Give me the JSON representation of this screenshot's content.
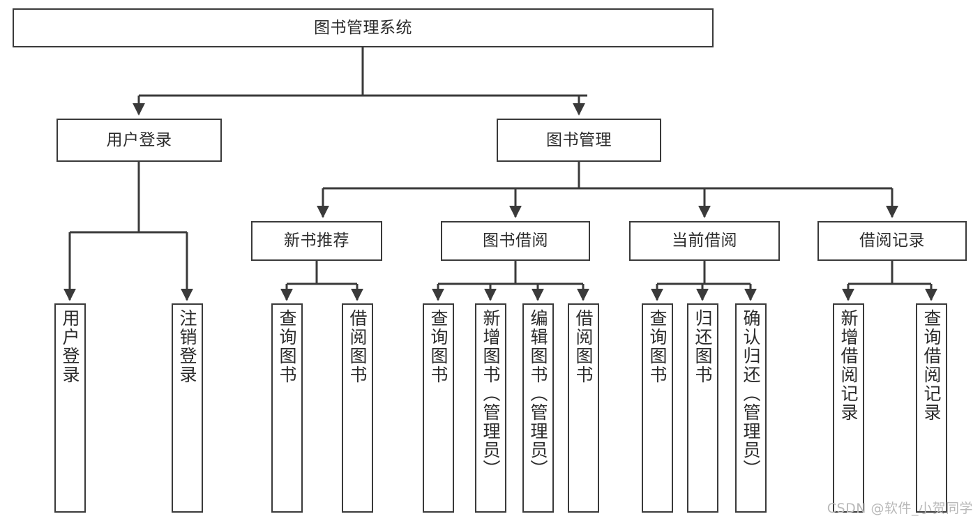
{
  "diagram": {
    "title": "图书管理系统",
    "type": "hierarchy-tree",
    "watermark": "CSDN @软件_小贺同学",
    "colors": {
      "stroke": "#3a3a3a",
      "text": "#2b2b2b",
      "background": "#ffffff",
      "watermark": "#b9b9b9"
    },
    "root": {
      "label": "图书管理系统"
    },
    "level1": [
      {
        "label": "用户登录"
      },
      {
        "label": "图书管理"
      }
    ],
    "level2": [
      {
        "label": "新书推荐"
      },
      {
        "label": "图书借阅"
      },
      {
        "label": "当前借阅"
      },
      {
        "label": "借阅记录"
      }
    ],
    "leaves": {
      "user_login": [
        {
          "label": "用户登录"
        },
        {
          "label": "注销登录"
        }
      ],
      "new_book_recommend": [
        {
          "label": "查询图书"
        },
        {
          "label": "借阅图书"
        }
      ],
      "book_borrow": [
        {
          "label": "查询图书"
        },
        {
          "label": "新增图书（管理员）"
        },
        {
          "label": "编辑图书（管理员）"
        },
        {
          "label": "借阅图书"
        }
      ],
      "current_borrow": [
        {
          "label": "查询图书"
        },
        {
          "label": "归还图书"
        },
        {
          "label": "确认归还（管理员）"
        }
      ],
      "borrow_record": [
        {
          "label": "新增借阅记录"
        },
        {
          "label": "查询借阅记录"
        }
      ]
    }
  }
}
